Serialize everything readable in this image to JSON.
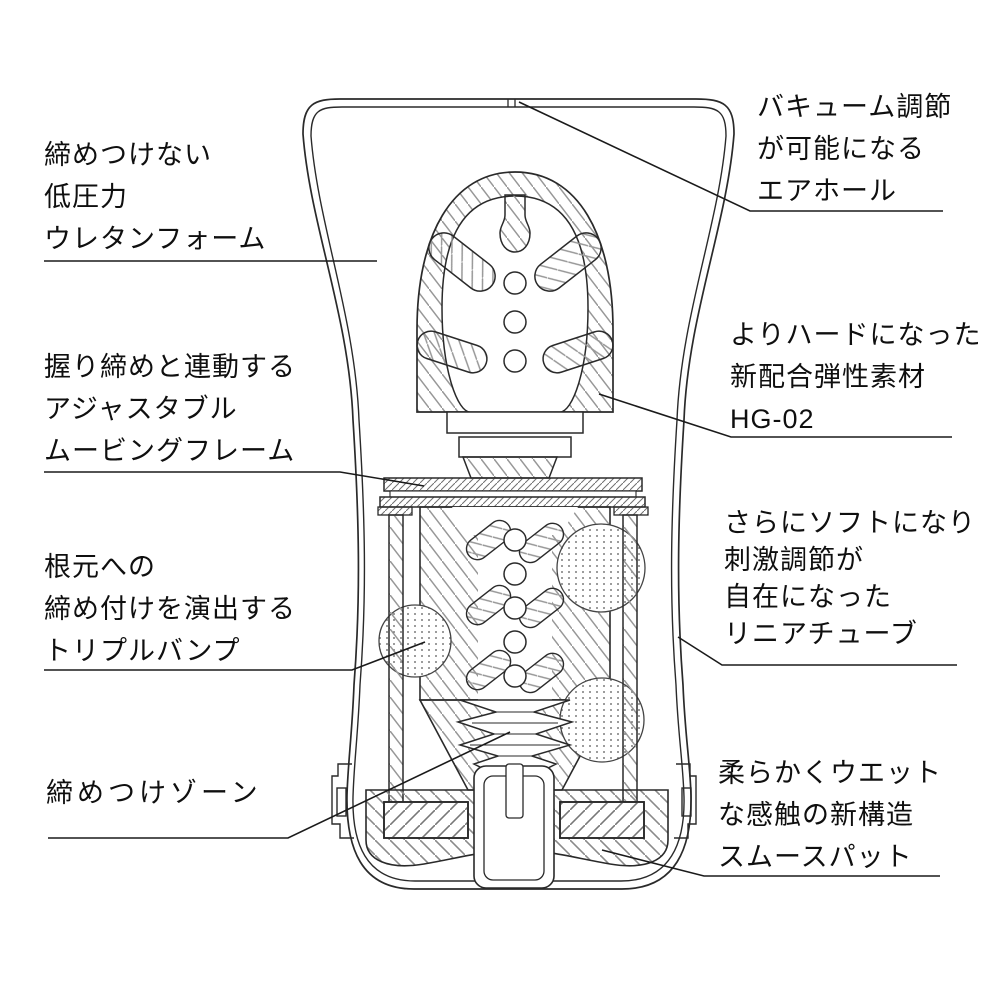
{
  "figure": {
    "kind": "technical cross-section diagram",
    "language": "ja"
  },
  "labels": {
    "foam": {
      "lines": [
        "締めつけない",
        "低圧力",
        "ウレタンフォーム"
      ]
    },
    "airhole": {
      "lines": [
        "バキューム調節",
        "が可能になる",
        "エアホール"
      ]
    },
    "frame": {
      "lines": [
        "握り締めと連動する",
        "アジャスタブル",
        "ムービングフレーム"
      ]
    },
    "material": {
      "lines": [
        "よりハードになった",
        "新配合弾性素材",
        "HG-02"
      ]
    },
    "bump": {
      "lines": [
        "根元への",
        "締め付けを演出する",
        "トリプルバンプ"
      ]
    },
    "tube": {
      "lines": [
        "さらにソフトになり",
        "刺激調節が",
        "自在になった",
        "リニアチューブ"
      ]
    },
    "zone": {
      "lines": [
        "締めつけゾーン"
      ]
    },
    "pad": {
      "lines": [
        "柔らかくウエット",
        "な感触の新構造",
        "スムースパット"
      ]
    }
  },
  "colors": {
    "background": "#ffffff",
    "outline": "#2a2a2a",
    "hatch": "#979797",
    "text": "#0f0f0f"
  }
}
